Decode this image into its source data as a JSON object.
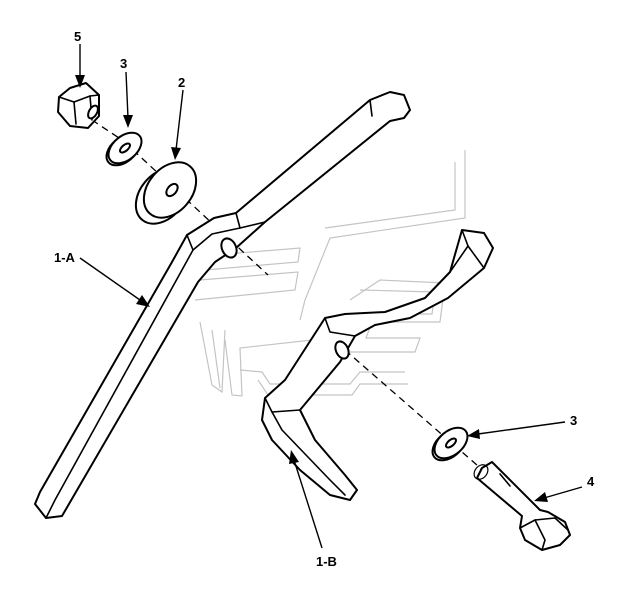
{
  "labels": {
    "bracket_a": "1-A",
    "bracket_b": "1-B",
    "spacer": "2",
    "washer_top": "3",
    "washer_bottom": "3",
    "bolt": "4",
    "nut": "5"
  },
  "colors": {
    "line": "#000000",
    "watermark": "#c4c4c4",
    "background": "#ffffff"
  }
}
